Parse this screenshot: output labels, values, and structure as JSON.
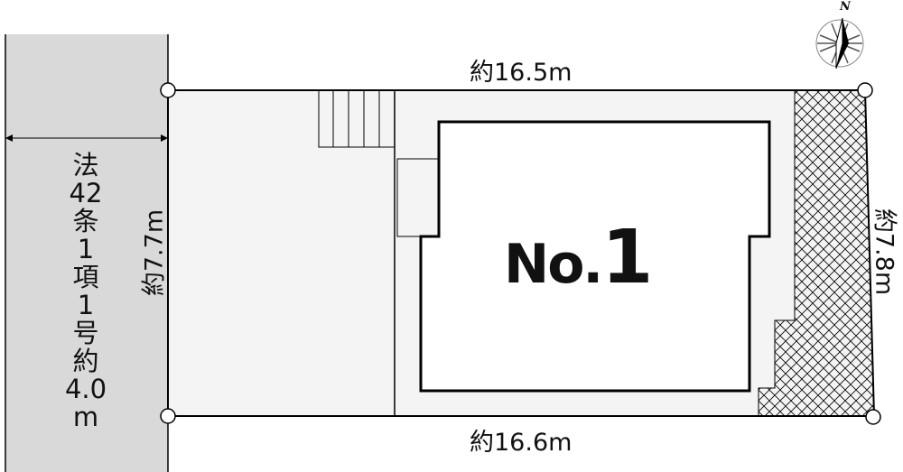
{
  "road": {
    "label": "法\n42\n条\n1\n項\n1\n号\n約\n4.0\nm"
  },
  "dimensions": {
    "top": "約16.5m",
    "bottom": "約16.6m",
    "left": "約7.7m",
    "right": "約7.8m"
  },
  "lot": {
    "name_prefix": "No.",
    "name_number": "1"
  },
  "compass": {
    "north_label": "N"
  },
  "colors": {
    "road": "#d9d9d9",
    "lot_fill": "#f3f4f3",
    "building_fill": "#ffffff",
    "outline": "#000000"
  }
}
